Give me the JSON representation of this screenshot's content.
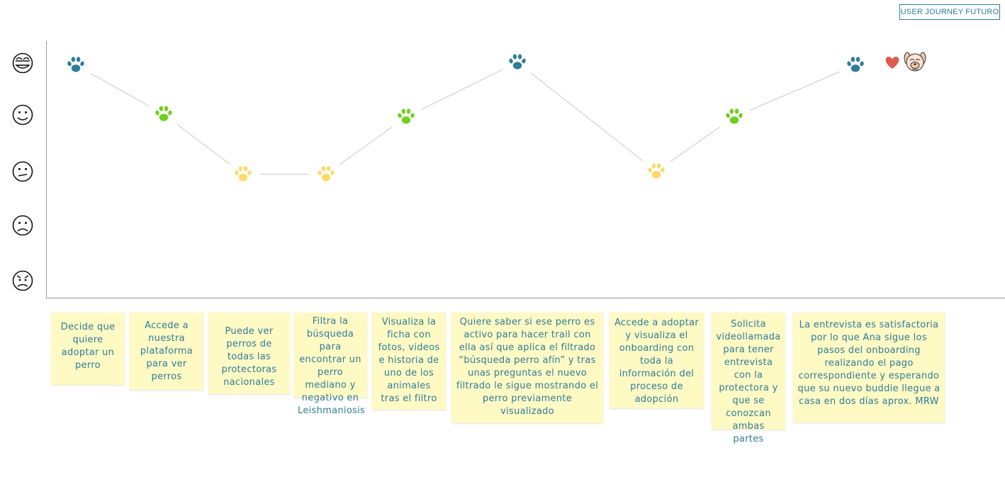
{
  "header": {
    "badge_label": "USER JOURNEY FUTURO"
  },
  "colors": {
    "paw_happy": "#2e7d99",
    "paw_good": "#6fcf1f",
    "paw_neutral": "#ffd966",
    "line": "#cccccc",
    "axis": "#999999",
    "note_bg": "#fff9c4",
    "note_text": "#2e7d99",
    "heart": "#e05a4f"
  },
  "emotion_scale": [
    "very-happy",
    "happy",
    "neutral",
    "sad",
    "angry"
  ],
  "chart_data": {
    "type": "line",
    "y_levels": [
      "very-happy",
      "happy",
      "neutral",
      "sad",
      "angry"
    ],
    "points": [
      {
        "step": 1,
        "level": "very-happy",
        "value": 4.95
      },
      {
        "step": 2,
        "level": "happy",
        "value": 4.05
      },
      {
        "step": 3,
        "level": "neutral",
        "value": 2.95
      },
      {
        "step": 4,
        "level": "neutral",
        "value": 2.95
      },
      {
        "step": 5,
        "level": "happy",
        "value": 4.0
      },
      {
        "step": 6,
        "level": "very-happy",
        "value": 5.0
      },
      {
        "step": 7,
        "level": "neutral",
        "value": 3.0
      },
      {
        "step": 8,
        "level": "happy",
        "value": 4.0
      },
      {
        "step": 9,
        "level": "very-happy",
        "value": 4.95
      }
    ],
    "ylim": [
      1,
      5
    ]
  },
  "notes": [
    "Decide que quiere adoptar un perro",
    "Accede a nuestra plataforma para ver perros",
    "Puede ver perros de todas las protectoras nacionales",
    "Filtra la búsqueda para encontrar un perro mediano y negativo en Leishmaniosis",
    "Visualiza la ficha con fotos, videos e historia de uno de los animales tras el filtro",
    "Quiere saber si ese perro es activo para hacer trail con ella así que aplica el filtrado “búsqueda perro afín” y tras unas preguntas el nuevo filtrado le sigue mostrando el perro previamente visualizado",
    "Accede a adoptar y visualiza el onboarding con toda la información del proceso de adopción",
    "Solicita videollamada para tener entrevista con la protectora y que se conozcan ambas partes",
    "La entrevista es satisfactoria por lo que Ana sigue los pasos del onboarding realizando el pago correspondiente y esperando que su nuevo buddie llegue a casa en dos días aprox. MRW"
  ]
}
